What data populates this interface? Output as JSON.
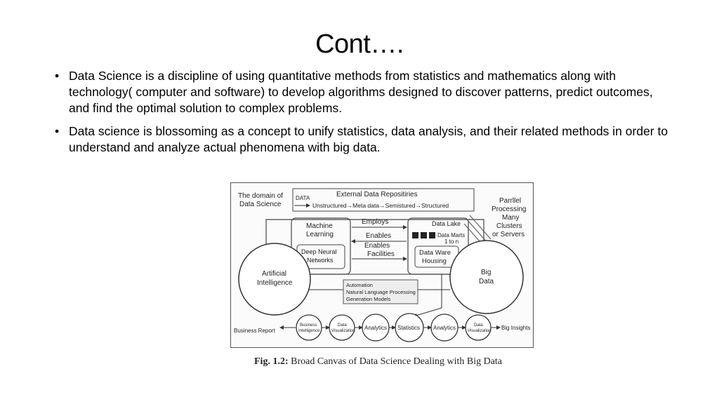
{
  "slide": {
    "title": "Cont….",
    "bullets": [
      "Data Science is a discipline of using quantitative methods from statistics and mathematics along with technology( computer and software) to develop algorithms designed to discover patterns, predict outcomes, and find the optimal solution to complex problems.",
      "Data science is blossoming as a concept to unify statistics, data analysis, and their related methods in order to understand and analyze actual phenomena with big data."
    ]
  },
  "figure": {
    "domain_label_1": "The domain of",
    "domain_label_2": "Data Science",
    "data_label": "DATA",
    "external_repos": "External Data Repositiries",
    "flow": "Unstructured→Meta data→Semistured→Structured",
    "parallel_1": "Parrllel",
    "parallel_2": "Processing",
    "parallel_3": "Many",
    "parallel_4": "Clusters",
    "parallel_5": "or Servers",
    "ml_1": "Machine",
    "ml_2": "Learning",
    "dnn_1": "Deep Neural",
    "dnn_2": "Networks",
    "employs": "Employs",
    "enables": "Enables",
    "enables_facilities_1": "Enables",
    "enables_facilities_2": "Facilities",
    "data_lake": "Data Lake",
    "data_marts_1": "Data Marts",
    "data_marts_2": "1 to n",
    "warehouse_1": "Data Ware",
    "warehouse_2": "Housing",
    "ai_1": "Artificial",
    "ai_2": "Intelligence",
    "bigdata_1": "Big",
    "bigdata_2": "Data",
    "automation_1": "Automation",
    "automation_2": "Natural Language Processing",
    "automation_3": "Generation Models",
    "business_report": "Business Report",
    "bi_1": "Business",
    "bi_2": "Intelligence",
    "dv1_1": "Data",
    "dv1_2": "Visualization",
    "analytics_1": "Analytics",
    "statistics": "Statistics",
    "analytics_2": "Analytics",
    "dv2_1": "Data",
    "dv2_2": "Visualization",
    "big_insights": "Big Insights",
    "caption_label": "Fig. 1.2:",
    "caption_text": "Broad Canvas of Data Science Dealing with Big Data"
  }
}
